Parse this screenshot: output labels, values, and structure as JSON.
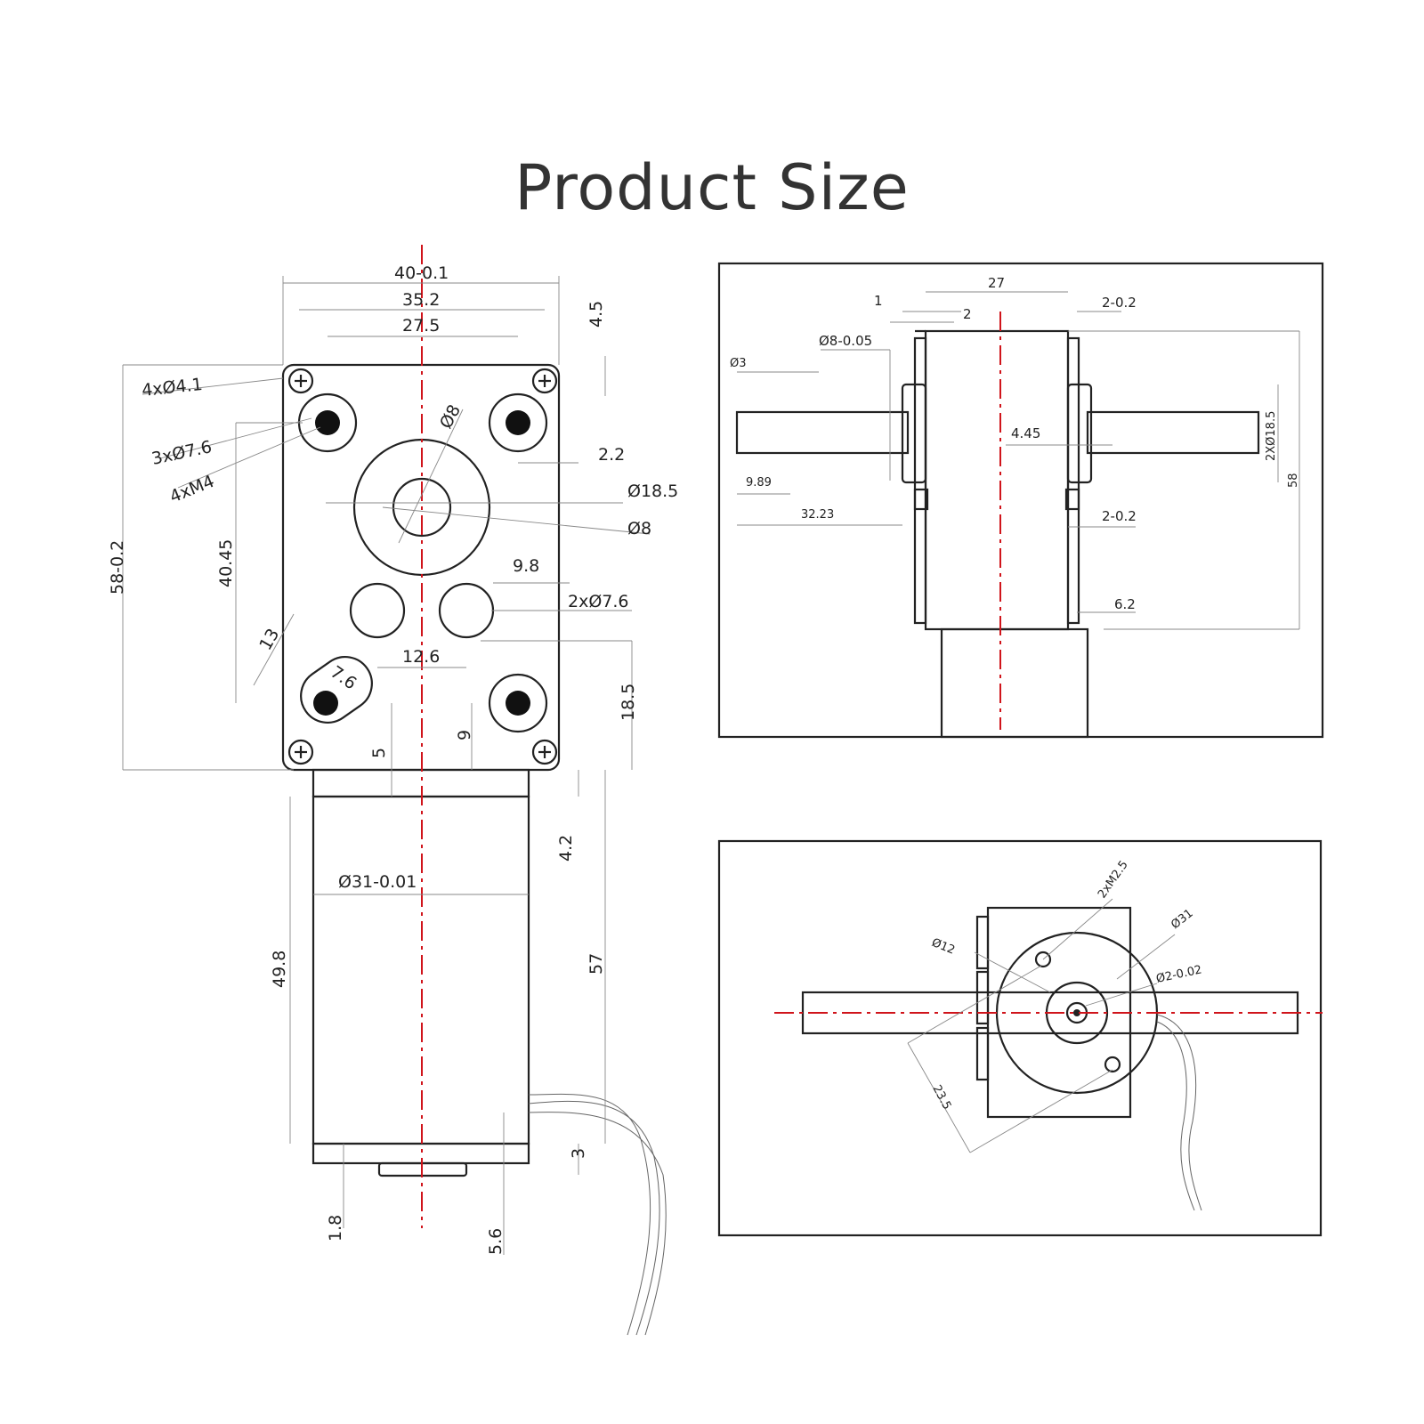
{
  "title": "Product Size",
  "front_view": {
    "width_overall": "40-0.1",
    "width_mount": "35.2",
    "width_holes": "27.5",
    "top_offset": "4.5",
    "corner_holes": "4xØ4.1",
    "counterbore": "3xØ7.6",
    "thread": "4xM4",
    "shaft_dia_top": "Ø8",
    "edge_offset": "2.2",
    "boss_dia": "Ø18.5",
    "shaft_dia": "Ø8",
    "hole_spacing": "9.8",
    "two_holes": "2xØ7.6",
    "hole_pitch": "12.6",
    "slot_length": "13",
    "slot_width": "7.6",
    "vertical_holes": "40.45",
    "height_overall": "58-0.2",
    "bottom_hole_offset": "18.5",
    "bottom_gap_5": "5",
    "bottom_gap_9": "9",
    "neck": "4.2",
    "motor_dia": "Ø31-0.01",
    "motor_len": "49.8",
    "total_len": "57",
    "end_cap": "3",
    "shaft_stub": "1.8",
    "stub_len": "5.6"
  },
  "side_view": {
    "width": "27",
    "d1": "1",
    "d2": "2",
    "flange_top": "2-0.2",
    "shaft_dia": "Ø8-0.05",
    "d3": "Ø3",
    "flat": "9.89",
    "shaft_len": "32.23",
    "offset": "4.45",
    "flange_mid": "2-0.2",
    "boss": "2XØ18.5",
    "height": "58",
    "base": "6.2"
  },
  "end_view": {
    "screws": "2xM2.5",
    "pilot": "Ø12",
    "motor": "Ø31",
    "shaft": "Ø2-0.02",
    "pcd": "23.5"
  }
}
